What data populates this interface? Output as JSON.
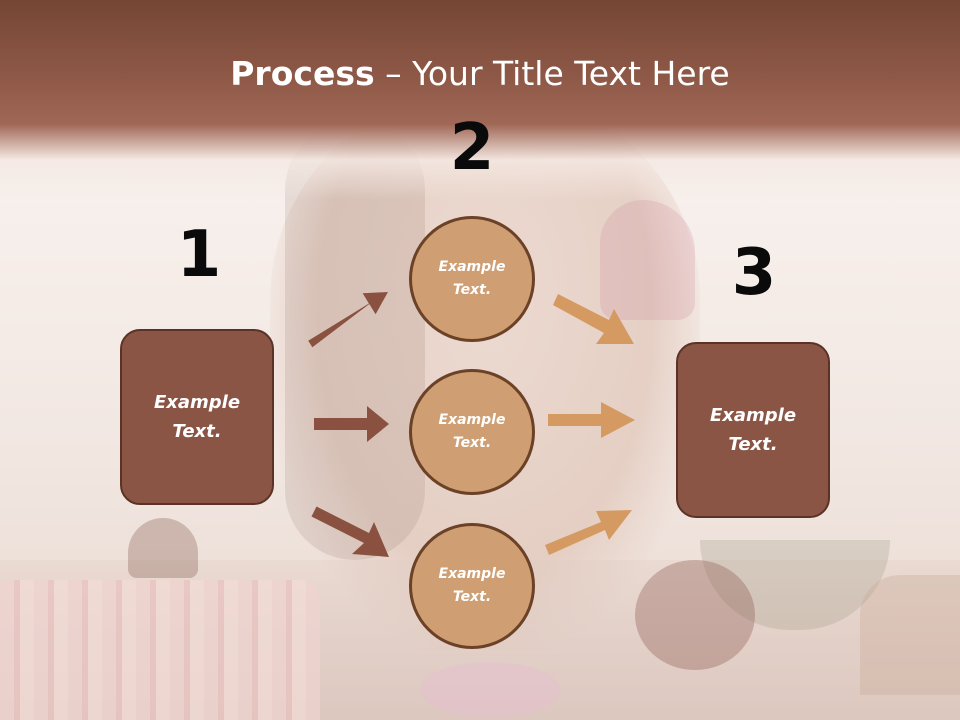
{
  "title": {
    "bold": "Process",
    "rest": " – Your Title Text Here"
  },
  "steps": {
    "one": "1",
    "two": "2",
    "three": "3"
  },
  "boxes": {
    "left": "Example Text.",
    "right": "Example Text."
  },
  "circles": {
    "top": "Example Text.",
    "middle": "Example Text.",
    "bottom": "Example Text."
  },
  "colors": {
    "title_band": "#8f5948",
    "box_fill": "#8b5546",
    "circle_fill": "#cf9e72",
    "arrow_left": "#8a5140",
    "arrow_right": "#d59a62"
  }
}
